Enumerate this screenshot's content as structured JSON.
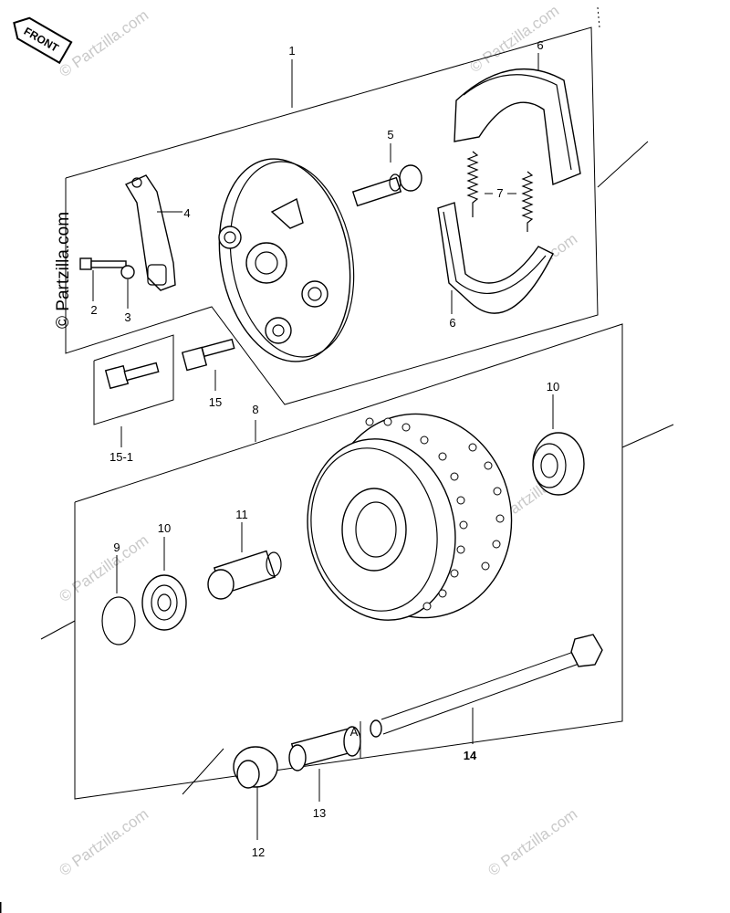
{
  "front_tag": "FRONT",
  "callouts": {
    "c1": "1",
    "c2": "2",
    "c3": "3",
    "c4": "4",
    "c5": "5",
    "c6a": "6",
    "c6b": "6",
    "c7": "7",
    "c8": "8",
    "c9": "9",
    "c10a": "10",
    "c10b": "10",
    "c11": "11",
    "c12": "12",
    "c13": "13",
    "c14": "14",
    "c15": "15",
    "c15_1": "15-1",
    "cA": "A"
  },
  "watermark": {
    "text": "© Partzilla.com",
    "side_text": "© Partzilla.com"
  }
}
